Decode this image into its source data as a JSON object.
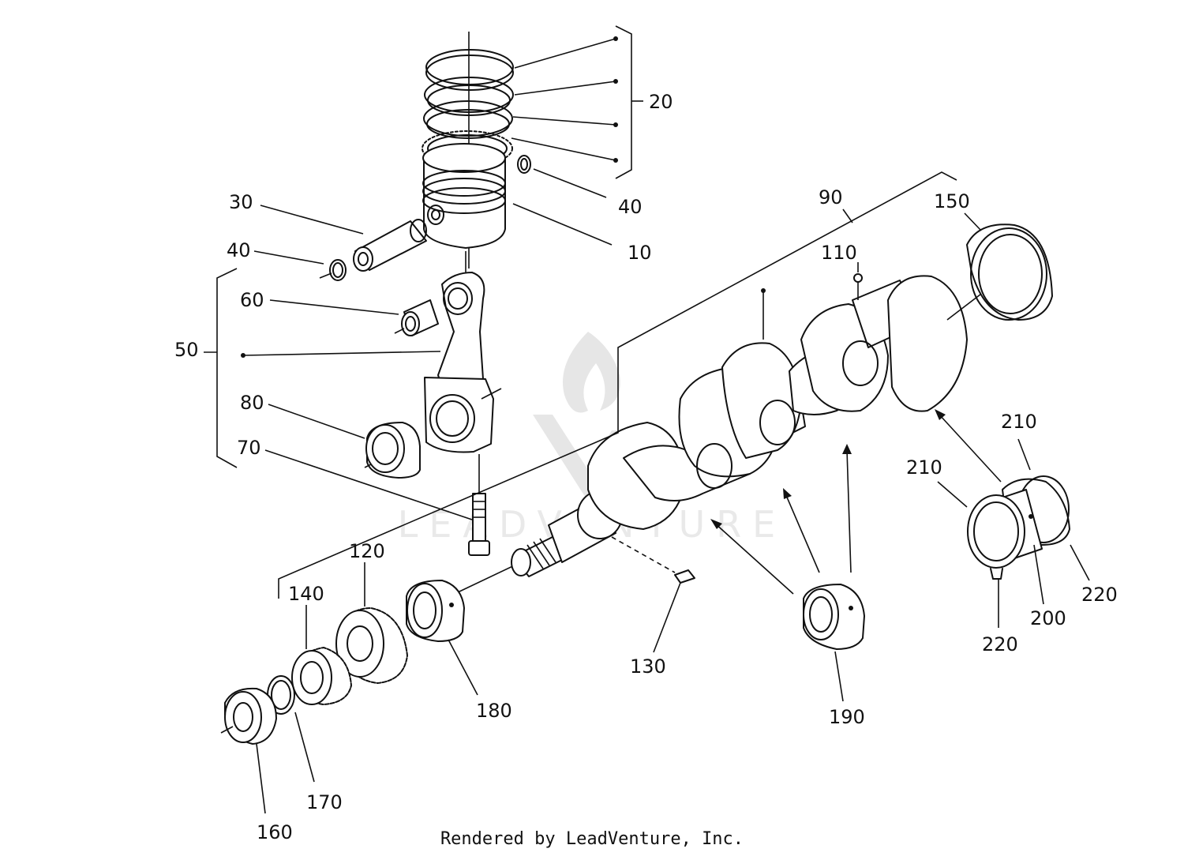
{
  "labels": {
    "l10": "10",
    "l20": "20",
    "l30": "30",
    "l40a": "40",
    "l40b": "40",
    "l50": "50",
    "l60": "60",
    "l70": "70",
    "l80": "80",
    "l90": "90",
    "l110": "110",
    "l120": "120",
    "l130": "130",
    "l140": "140",
    "l150": "150",
    "l160": "160",
    "l170": "170",
    "l180": "180",
    "l190": "190",
    "l200": "200",
    "l210a": "210",
    "l210b": "210",
    "l220a": "220",
    "l220b": "220"
  },
  "watermark": "LEADVENTURE",
  "footer": "Rendered by LeadVenture, Inc."
}
